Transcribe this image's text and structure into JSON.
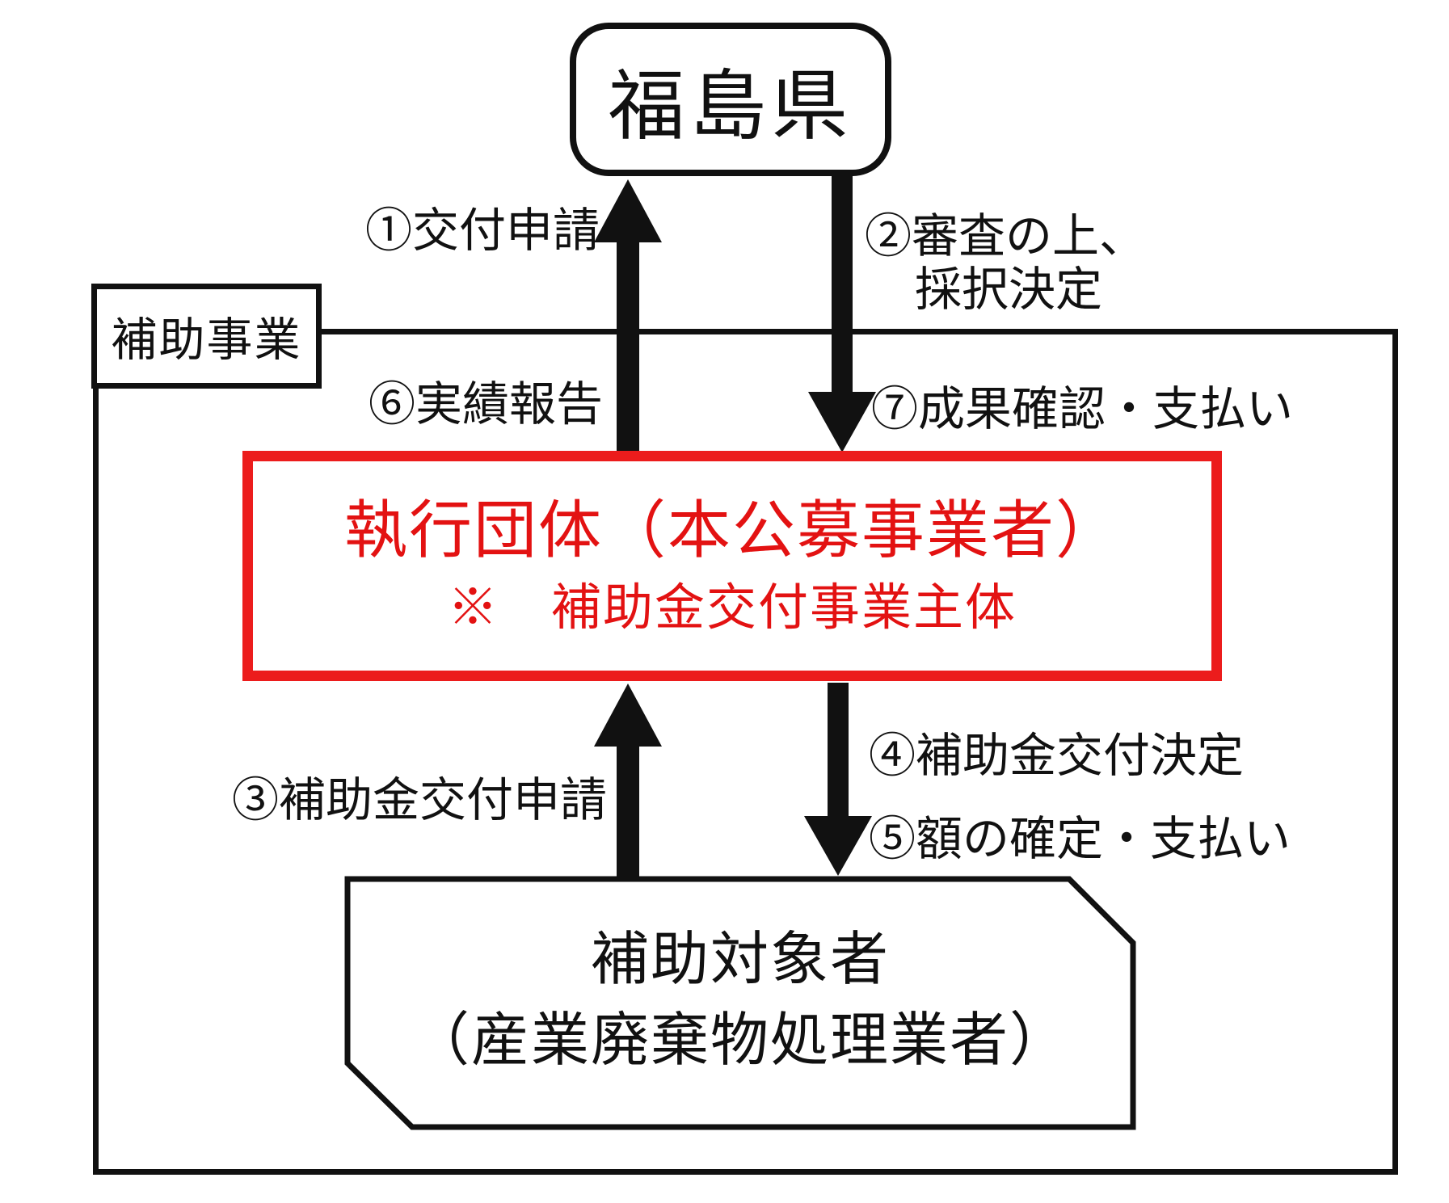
{
  "diagram": {
    "prefecture_box": {
      "label": "福島県"
    },
    "program_box": {
      "label": "補助事業"
    },
    "executor_box": {
      "line1": "執行団体（本公募事業者）",
      "line2": "※　補助金交付事業主体"
    },
    "target_box": {
      "line1": "補助対象者",
      "line2": "（産業廃棄物処理業者）"
    },
    "flow_labels": {
      "step1": "①交付申請",
      "step2_line1": "②審査の上、",
      "step2_line2": "採択決定",
      "step3": "③補助金交付申請",
      "step4": "④補助金交付決定",
      "step5": "⑤額の確定・支払い",
      "step6": "⑥実績報告",
      "step7": "⑦成果確認・支払い"
    },
    "colors": {
      "accent_red": "#ec1c1c",
      "stroke_black": "#111111"
    }
  }
}
